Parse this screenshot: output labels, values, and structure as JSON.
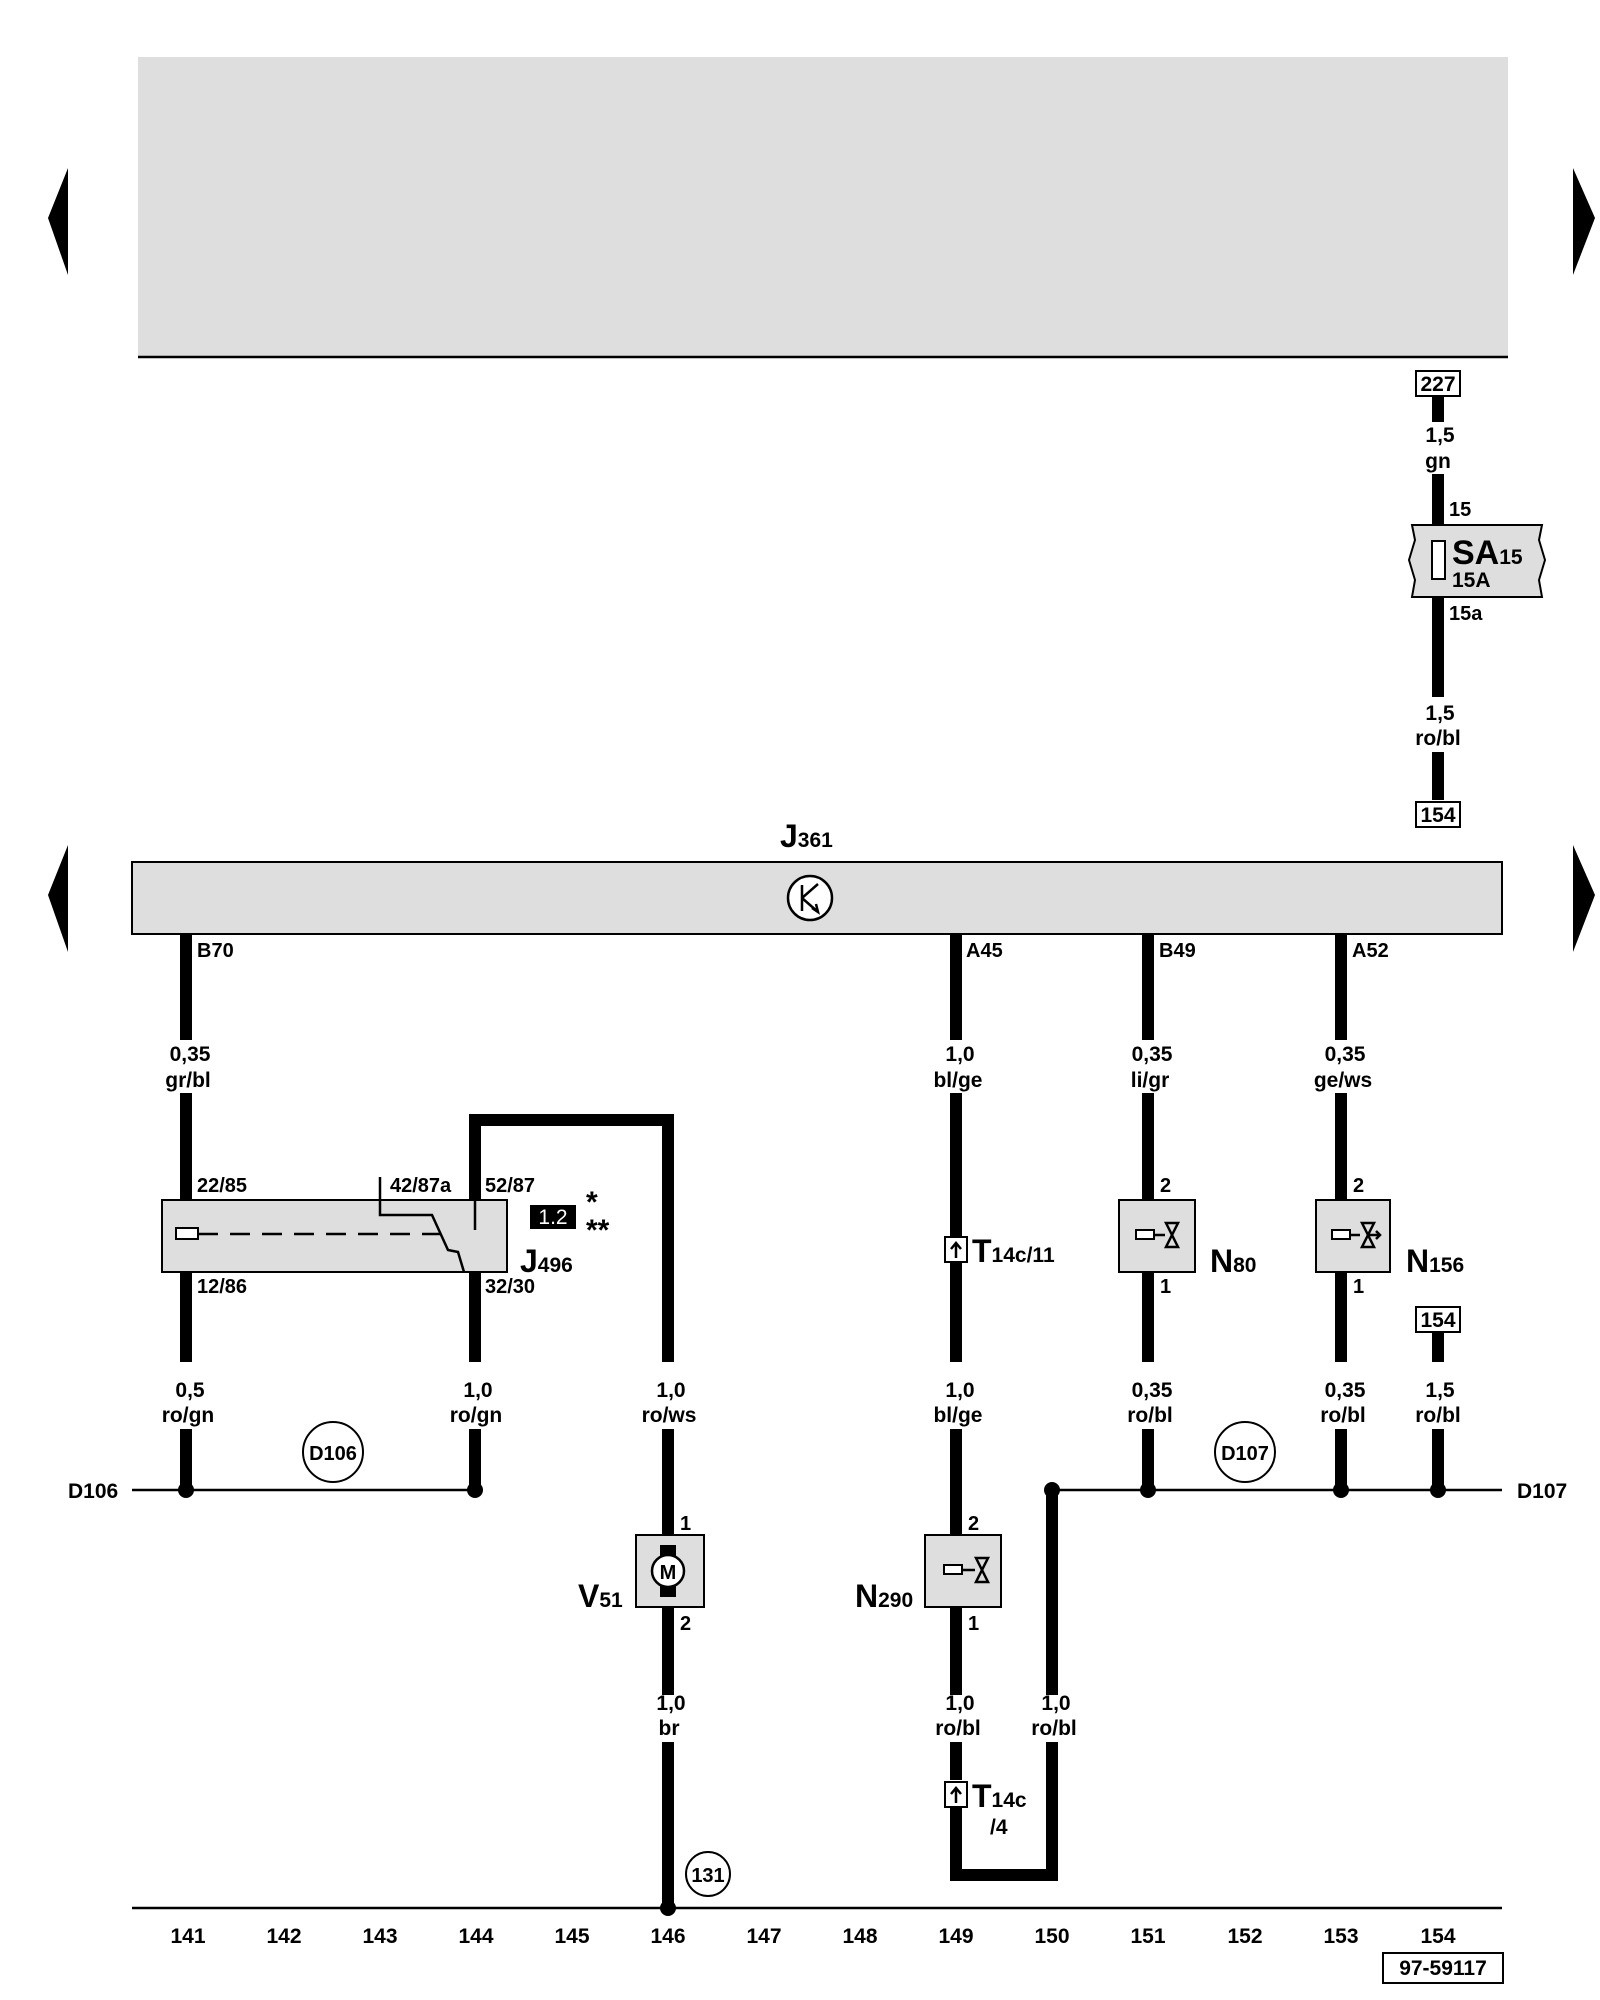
{
  "relay_box": {
    "label_main": "J",
    "label_sub": "496",
    "badge": "1.2",
    "star_single": "*",
    "star_double": "**",
    "pin_22": "22/85",
    "pin_42": "42/87a",
    "pin_52": "52/87",
    "pin_12": "12/86",
    "pin_32": "32/30"
  },
  "control_unit": {
    "label_main": "J",
    "label_sub": "361"
  },
  "fuse": {
    "label_main": "SA",
    "label_sub": "15",
    "rating": "15A",
    "pin_in": "15",
    "pin_out": "15a",
    "ref_top": "227",
    "ref_bottom": "154",
    "wire_top_size": "1,5",
    "wire_top_color": "gn",
    "wire_bottom_size": "1,5",
    "wire_bottom_color": "ro/bl"
  },
  "pins_j361": {
    "b70": "B70",
    "a45": "A45",
    "b49": "B49",
    "a52": "A52"
  },
  "wires": {
    "w141_top_size": "0,35",
    "w141_top_color": "gr/bl",
    "w141_bot_size": "0,5",
    "w141_bot_color": "ro/gn",
    "w144_size": "1,0",
    "w144_color": "ro/gn",
    "w146_top_size": "1,0",
    "w146_top_color": "ro/ws",
    "w146_bot_size": "1,0",
    "w146_bot_color": "br",
    "w149_top_size": "1,0",
    "w149_top_color": "bl/ge",
    "w149_mid_size": "1,0",
    "w149_mid_color": "bl/ge",
    "w149_bot_size": "1,0",
    "w149_bot_color": "ro/bl",
    "w150_size": "1,0",
    "w150_color": "ro/bl",
    "w151_top_size": "0,35",
    "w151_top_color": "li/gr",
    "w151_bot_size": "0,35",
    "w151_bot_color": "ro/bl",
    "w153_top_size": "0,35",
    "w153_top_color": "ge/ws",
    "w153_bot_size": "0,35",
    "w153_bot_color": "ro/bl",
    "w154_size": "1,5",
    "w154_color": "ro/bl"
  },
  "components": {
    "n80_main": "N",
    "n80_sub": "80",
    "n80_pin_top": "2",
    "n80_pin_bot": "1",
    "n156_main": "N",
    "n156_sub": "156",
    "n156_pin_top": "2",
    "n156_pin_bot": "1",
    "n290_main": "N",
    "n290_sub": "290",
    "n290_pin_top": "2",
    "n290_pin_bot": "1",
    "v51_main": "V",
    "v51_sub": "51",
    "v51_pin_top": "1",
    "v51_pin_bot": "2",
    "motor_letter": "M",
    "t14c11_main": "T",
    "t14c11_sub": "14c/11",
    "t14c4_main": "T",
    "t14c4_sub": "14c",
    "t14c4_sub2": "/4",
    "ref_154_right": "154"
  },
  "busbars": {
    "d106_left": "D106",
    "d106_circle": "D106",
    "d107_right": "D107",
    "d107_circle": "D107"
  },
  "ground": {
    "circle": "131"
  },
  "grid_numbers": [
    "141",
    "142",
    "143",
    "144",
    "145",
    "146",
    "147",
    "148",
    "149",
    "150",
    "151",
    "152",
    "153",
    "154"
  ],
  "doc_id": "97-59117"
}
